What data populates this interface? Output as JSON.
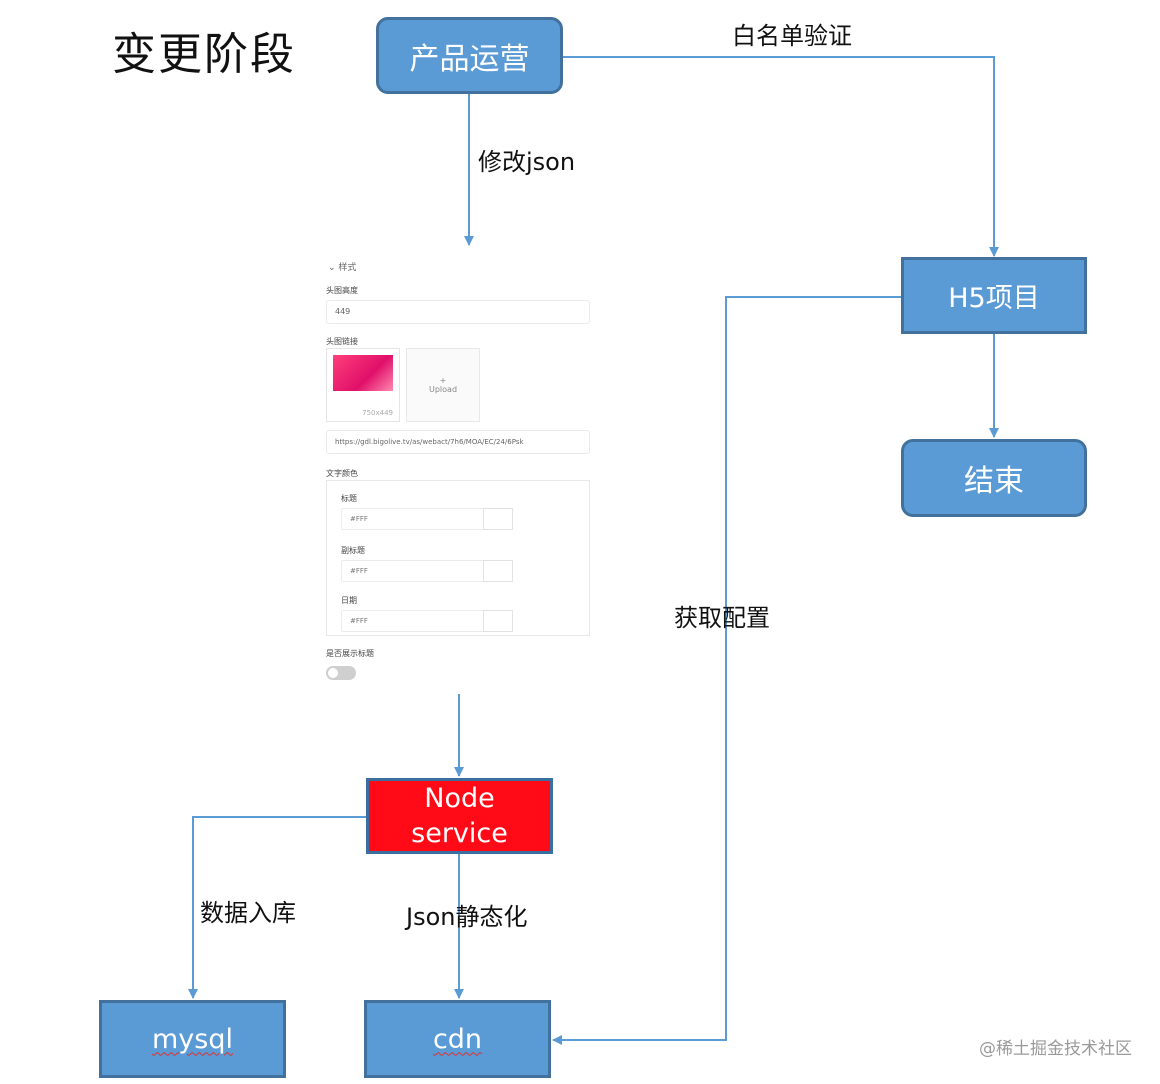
{
  "title": "变更阶段",
  "nodes": {
    "product_ops": "产品运营",
    "h5_project": "H5项目",
    "end": "结束",
    "node_service_line1": "Node",
    "node_service_line2": "service",
    "mysql": "mysql",
    "cdn": "cdn"
  },
  "edge_labels": {
    "whitelist": "白名单验证",
    "modify_json": "修改json",
    "get_config": "获取配置",
    "save_db": "数据入库",
    "json_static": "Json静态化"
  },
  "form": {
    "section": "样式",
    "field1_label": "头图高度",
    "field1_value": "449",
    "field2_label": "头图链接",
    "thumb_size": "750x449",
    "upload_plus": "+",
    "upload_label": "Upload",
    "url_value": "https://gdl.bigolive.tv/as/webact/7h6/MOA/EC/24/6Psk",
    "color_section": "文字颜色",
    "c1_label": "标题",
    "c1_value": "#FFF",
    "c2_label": "副标题",
    "c2_value": "#FFF",
    "c3_label": "日期",
    "c3_value": "#FFF",
    "toggle_label": "是否展示标题"
  },
  "watermark": "@稀土掘金技术社区",
  "colors": {
    "node_fill": "#5b9bd5",
    "node_border": "#41719c",
    "node_service_fill": "#ff0a16",
    "connector": "#5b9bd5"
  }
}
